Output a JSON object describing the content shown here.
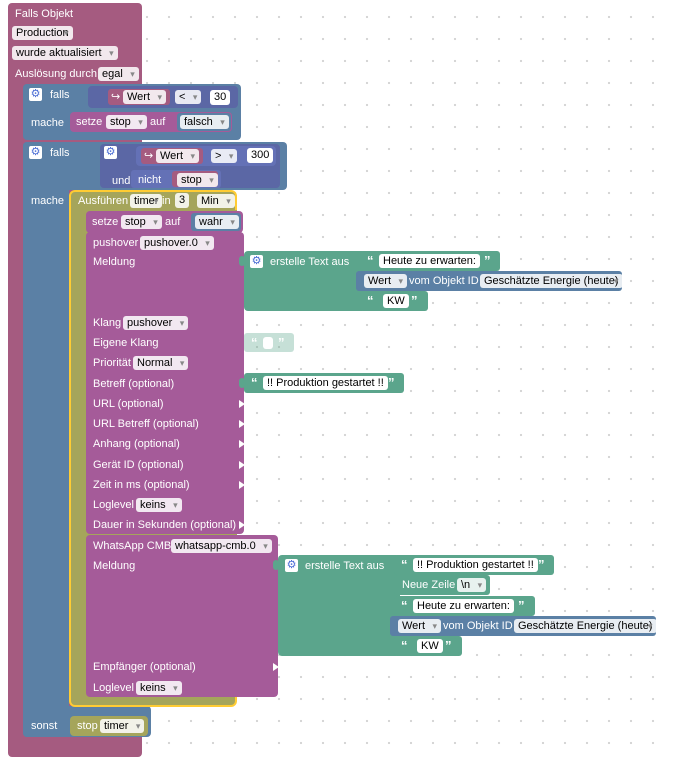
{
  "event": {
    "title": "Falls Objekt",
    "object": "Production",
    "trigger": "wurde aktualisiert",
    "source_label": "Auslösung durch",
    "source": "egal"
  },
  "if1": {
    "falls": "falls",
    "wert": "Wert",
    "op": "<",
    "num": "30",
    "mache": "mache",
    "setze": "setze",
    "var": "stop",
    "auf": "auf",
    "val": "falsch"
  },
  "if2": {
    "falls": "falls",
    "wert": "Wert",
    "op": ">",
    "num": "300",
    "und": "und",
    "nicht": "nicht",
    "var": "stop",
    "mache": "mache",
    "sonst": "sonst"
  },
  "timer": {
    "label": "Ausführen",
    "name": "timer",
    "in": "in",
    "num": "3",
    "unit": "Min"
  },
  "set2": {
    "setze": "setze",
    "var": "stop",
    "auf": "auf",
    "val": "wahr"
  },
  "pushover": {
    "label": "pushover",
    "instance": "pushover.0",
    "meldung": "Meldung",
    "klang": "Klang",
    "klang_val": "pushover",
    "eigene_klang": "Eigene Klang",
    "prioritaet": "Priorität",
    "prioritaet_val": "Normal",
    "betreff": "Betreff (optional)",
    "url": "URL (optional)",
    "url_betreff": "URL Betreff (optional)",
    "anhang": "Anhang (optional)",
    "geraet": "Gerät ID (optional)",
    "zeit": "Zeit in ms (optional)",
    "loglevel": "Loglevel",
    "loglevel_val": "keins",
    "dauer": "Dauer in Sekunden (optional)"
  },
  "text1": {
    "label": "erstelle Text aus",
    "t1": "Heute zu erwarten:",
    "wert": "Wert",
    "vom": "vom Objekt ID",
    "obj": "Geschätzte Energie (heute)",
    "t3": "KW",
    "empty": "",
    "betreff_text": "!! Produktion gestartet !!"
  },
  "whatsapp": {
    "label": "WhatsApp CMB",
    "instance": "whatsapp-cmb.0",
    "meldung": "Meldung",
    "empfaenger": "Empfänger (optional)",
    "loglevel": "Loglevel",
    "loglevel_val": "keins"
  },
  "text2": {
    "label": "erstelle Text aus",
    "t1": "!! Produktion gestartet !!",
    "neue_zeile": "Neue Zeile",
    "nl": "\\n",
    "t2": "Heute zu erwarten:",
    "wert": "Wert",
    "vom": "vom Objekt ID",
    "obj": "Geschätzte Energie (heute)",
    "t3": "KW"
  },
  "stop": {
    "label": "stop",
    "timer": "timer"
  }
}
